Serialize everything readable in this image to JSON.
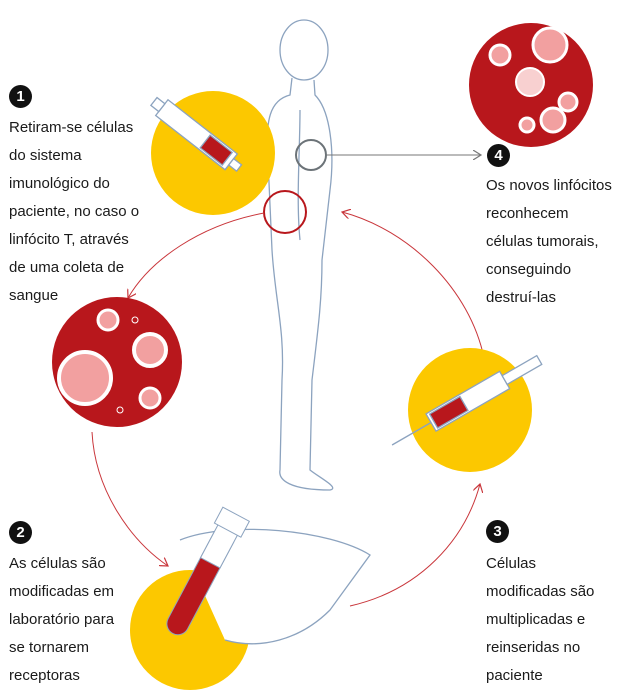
{
  "steps": [
    {
      "number": "1",
      "lines": [
        "Retiram-se células",
        "do sistema",
        "imunológico do",
        "paciente, no caso o",
        "linfócito T, através",
        "de uma coleta de",
        "sangue"
      ]
    },
    {
      "number": "2",
      "lines": [
        "As células são",
        "modificadas em",
        "laboratório para",
        "se tornarem",
        "receptoras"
      ]
    },
    {
      "number": "3",
      "lines": [
        "Células",
        "modificadas são",
        "multiplicadas e",
        "reinseridas no",
        "paciente"
      ]
    },
    {
      "number": "4",
      "lines": [
        "Os novos linfócitos",
        "reconhecem",
        "células tumorais,",
        "conseguindo",
        "destruí-las"
      ]
    }
  ],
  "colors": {
    "yellow": "#fcc800",
    "red": "#b8171c",
    "cell": "#f2a0a0",
    "line": "#c9363b",
    "body": "#8ca3bf"
  }
}
